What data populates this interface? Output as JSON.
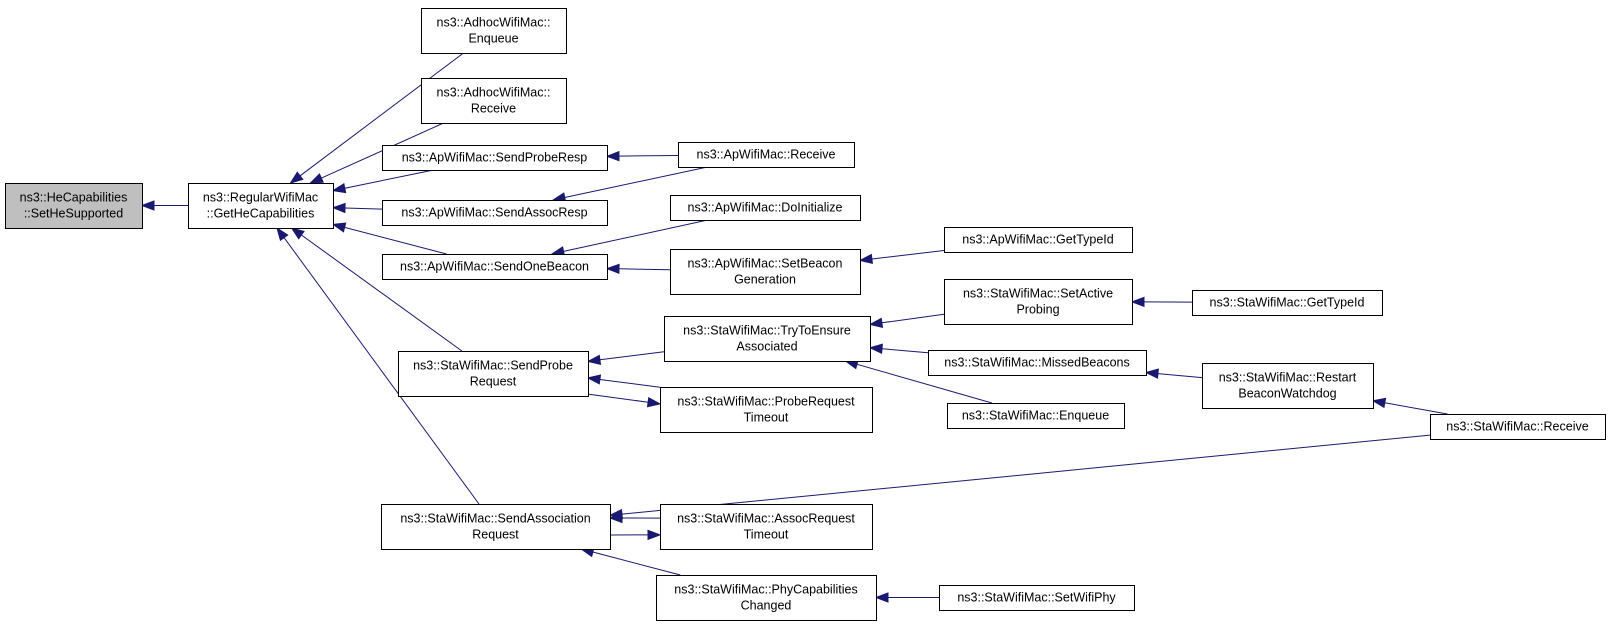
{
  "colors": {
    "edge": "#191970",
    "root_fill": "#bfbfbf",
    "node_fill": "#ffffff",
    "border": "#000000"
  },
  "nodes": [
    {
      "id": "sethesupported",
      "lines": [
        "ns3::HeCapabilities",
        "::SetHeSupported"
      ],
      "root": true
    },
    {
      "id": "getHeCapabilities",
      "lines": [
        "ns3::RegularWifiMac",
        "::GetHeCapabilities"
      ]
    },
    {
      "id": "adhocEnqueue",
      "lines": [
        "ns3::AdhocWifiMac::",
        "Enqueue"
      ]
    },
    {
      "id": "adhocReceive",
      "lines": [
        "ns3::AdhocWifiMac::",
        "Receive"
      ]
    },
    {
      "id": "apSendProbeResp",
      "lines": [
        "ns3::ApWifiMac::SendProbeResp"
      ]
    },
    {
      "id": "apReceive",
      "lines": [
        "ns3::ApWifiMac::Receive"
      ]
    },
    {
      "id": "apSendAssocResp",
      "lines": [
        "ns3::ApWifiMac::SendAssocResp"
      ]
    },
    {
      "id": "apDoInitialize",
      "lines": [
        "ns3::ApWifiMac::DoInitialize"
      ]
    },
    {
      "id": "apSendOneBeacon",
      "lines": [
        "ns3::ApWifiMac::SendOneBeacon"
      ]
    },
    {
      "id": "apSetBeaconGeneration",
      "lines": [
        "ns3::ApWifiMac::SetBeacon",
        "Generation"
      ]
    },
    {
      "id": "apGetTypeId",
      "lines": [
        "ns3::ApWifiMac::GetTypeId"
      ]
    },
    {
      "id": "staSendProbeRequest",
      "lines": [
        "ns3::StaWifiMac::SendProbe",
        "Request"
      ]
    },
    {
      "id": "staTryToEnsureAssociated",
      "lines": [
        "ns3::StaWifiMac::TryToEnsure",
        "Associated"
      ]
    },
    {
      "id": "staSetActiveProbing",
      "lines": [
        "ns3::StaWifiMac::SetActive",
        "Probing"
      ]
    },
    {
      "id": "staGetTypeId",
      "lines": [
        "ns3::StaWifiMac::GetTypeId"
      ]
    },
    {
      "id": "staMissedBeacons",
      "lines": [
        "ns3::StaWifiMac::MissedBeacons"
      ]
    },
    {
      "id": "staRestartBeaconWatchdog",
      "lines": [
        "ns3::StaWifiMac::Restart",
        "BeaconWatchdog"
      ]
    },
    {
      "id": "staProbeRequestTimeout",
      "lines": [
        "ns3::StaWifiMac::ProbeRequest",
        "Timeout"
      ]
    },
    {
      "id": "staEnqueue",
      "lines": [
        "ns3::StaWifiMac::Enqueue"
      ]
    },
    {
      "id": "staReceive",
      "lines": [
        "ns3::StaWifiMac::Receive"
      ]
    },
    {
      "id": "staSendAssociationRequest",
      "lines": [
        "ns3::StaWifiMac::SendAssociation",
        "Request"
      ]
    },
    {
      "id": "staAssocRequestTimeout",
      "lines": [
        "ns3::StaWifiMac::AssocRequest",
        "Timeout"
      ]
    },
    {
      "id": "staPhyCapabilitiesChanged",
      "lines": [
        "ns3::StaWifiMac::PhyCapabilities",
        "Changed"
      ]
    },
    {
      "id": "staSetWifiPhy",
      "lines": [
        "ns3::StaWifiMac::SetWifiPhy"
      ]
    }
  ],
  "edges": [
    {
      "from": "getHeCapabilities",
      "to": "sethesupported"
    },
    {
      "from": "adhocEnqueue",
      "to": "getHeCapabilities"
    },
    {
      "from": "adhocReceive",
      "to": "getHeCapabilities"
    },
    {
      "from": "apSendProbeResp",
      "to": "getHeCapabilities"
    },
    {
      "from": "apSendAssocResp",
      "to": "getHeCapabilities"
    },
    {
      "from": "apSendOneBeacon",
      "to": "getHeCapabilities"
    },
    {
      "from": "staSendProbeRequest",
      "to": "getHeCapabilities"
    },
    {
      "from": "staSendAssociationRequest",
      "to": "getHeCapabilities"
    },
    {
      "from": "apReceive",
      "to": "apSendProbeResp"
    },
    {
      "from": "apReceive",
      "to": "apSendAssocResp"
    },
    {
      "from": "apDoInitialize",
      "to": "apSendOneBeacon"
    },
    {
      "from": "apSetBeaconGeneration",
      "to": "apSendOneBeacon"
    },
    {
      "from": "apGetTypeId",
      "to": "apSetBeaconGeneration"
    },
    {
      "from": "staTryToEnsureAssociated",
      "to": "staSendProbeRequest"
    },
    {
      "from": "staProbeRequestTimeout",
      "to": "staSendProbeRequest"
    },
    {
      "from": "staSendProbeRequest",
      "to": "staProbeRequestTimeout"
    },
    {
      "from": "staSetActiveProbing",
      "to": "staTryToEnsureAssociated"
    },
    {
      "from": "staMissedBeacons",
      "to": "staTryToEnsureAssociated"
    },
    {
      "from": "staEnqueue",
      "to": "staTryToEnsureAssociated"
    },
    {
      "from": "staGetTypeId",
      "to": "staSetActiveProbing"
    },
    {
      "from": "staRestartBeaconWatchdog",
      "to": "staMissedBeacons"
    },
    {
      "from": "staReceive",
      "to": "staRestartBeaconWatchdog"
    },
    {
      "from": "staReceive",
      "to": "staSendAssociationRequest"
    },
    {
      "from": "staSendAssociationRequest",
      "to": "staAssocRequestTimeout"
    },
    {
      "from": "staAssocRequestTimeout",
      "to": "staSendAssociationRequest"
    },
    {
      "from": "staPhyCapabilitiesChanged",
      "to": "staSendAssociationRequest"
    },
    {
      "from": "staSetWifiPhy",
      "to": "staPhyCapabilitiesChanged"
    }
  ]
}
